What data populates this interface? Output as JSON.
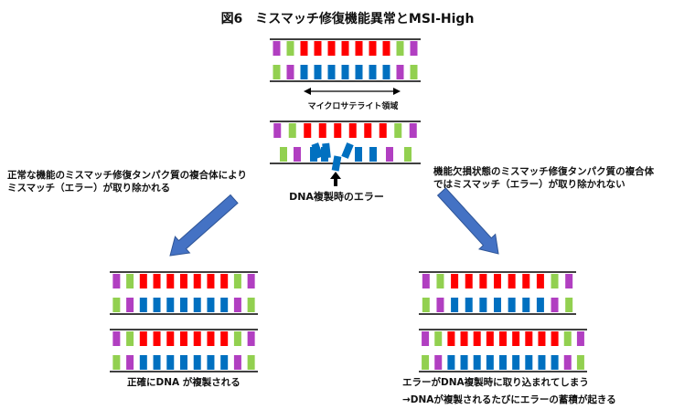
{
  "title": "図6　ミスマッチ修復機能異常とMSI-High",
  "labels": {
    "microsatellite": "マイクロサテライト領域",
    "replication_error": "DNA複製時のエラー",
    "left_branch_line1": "正常な機能のミスマッチ修復タンパク質の複合体により",
    "left_branch_line2": "ミスマッチ（エラー）が取り除かれる",
    "right_branch_line1": "機能欠損状態のミスマッチ修復タンパク質の複合体",
    "right_branch_line2": "ではミスマッチ（エラー）が取り除かれない",
    "left_result": "正確にDNA が複製される",
    "right_result_line1": "エラーがDNA複製時に取り込まれてしまう",
    "right_result_line2": "→DNAが複製されるたびにエラーの蓄積が起きる"
  },
  "colors": {
    "purple": "#b13fc1",
    "green": "#92d050",
    "red": "#ff0000",
    "blue": "#0070c0",
    "arrow_fill": "#4472c4",
    "arrow_stroke": "#2f5597"
  },
  "strands": {
    "top_base_colors": [
      "purple",
      "green",
      "red",
      "red",
      "red",
      "red",
      "red",
      "red",
      "red",
      "green",
      "purple"
    ],
    "bottom_base_colors": [
      "green",
      "purple",
      "blue",
      "blue",
      "blue",
      "blue",
      "blue",
      "blue",
      "blue",
      "purple",
      "green"
    ],
    "error_top_base_colors": [
      "purple",
      "green",
      "red",
      "red",
      "red",
      "red",
      "red",
      "red",
      "green",
      "purple"
    ],
    "error_bottom_base_colors": [
      "green",
      "purple",
      "blue",
      "blue",
      "blue",
      "blue",
      "blue",
      "blue",
      "blue",
      "blue",
      "purple",
      "green"
    ],
    "accumulated_top_base_colors": [
      "purple",
      "green",
      "red",
      "red",
      "red",
      "red",
      "red",
      "red",
      "red",
      "red",
      "red",
      "green",
      "purple"
    ],
    "accumulated_bottom_base_colors": [
      "green",
      "purple",
      "blue",
      "blue",
      "blue",
      "blue",
      "blue",
      "blue",
      "blue",
      "blue",
      "blue",
      "purple",
      "green"
    ]
  }
}
